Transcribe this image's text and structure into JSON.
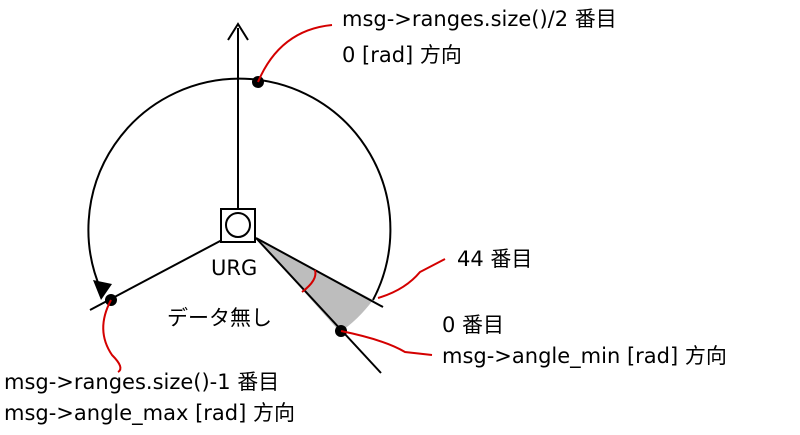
{
  "labels": {
    "center_index_line1": "msg->ranges.size()/2 番目",
    "center_index_line2": "0 [rad] 方向",
    "index_44": "44 番目",
    "index_0": "0 番目",
    "angle_min": "msg->angle_min [rad] 方向",
    "last_index_line1": "msg->ranges.size()-1 番目",
    "last_index_line2": "msg->angle_max [rad] 方向",
    "sensor": "URG",
    "no_data": "データ無し"
  },
  "colors": {
    "line": "#000000",
    "leader": "#d40000",
    "no_data_fill": "#bdbdbd"
  }
}
